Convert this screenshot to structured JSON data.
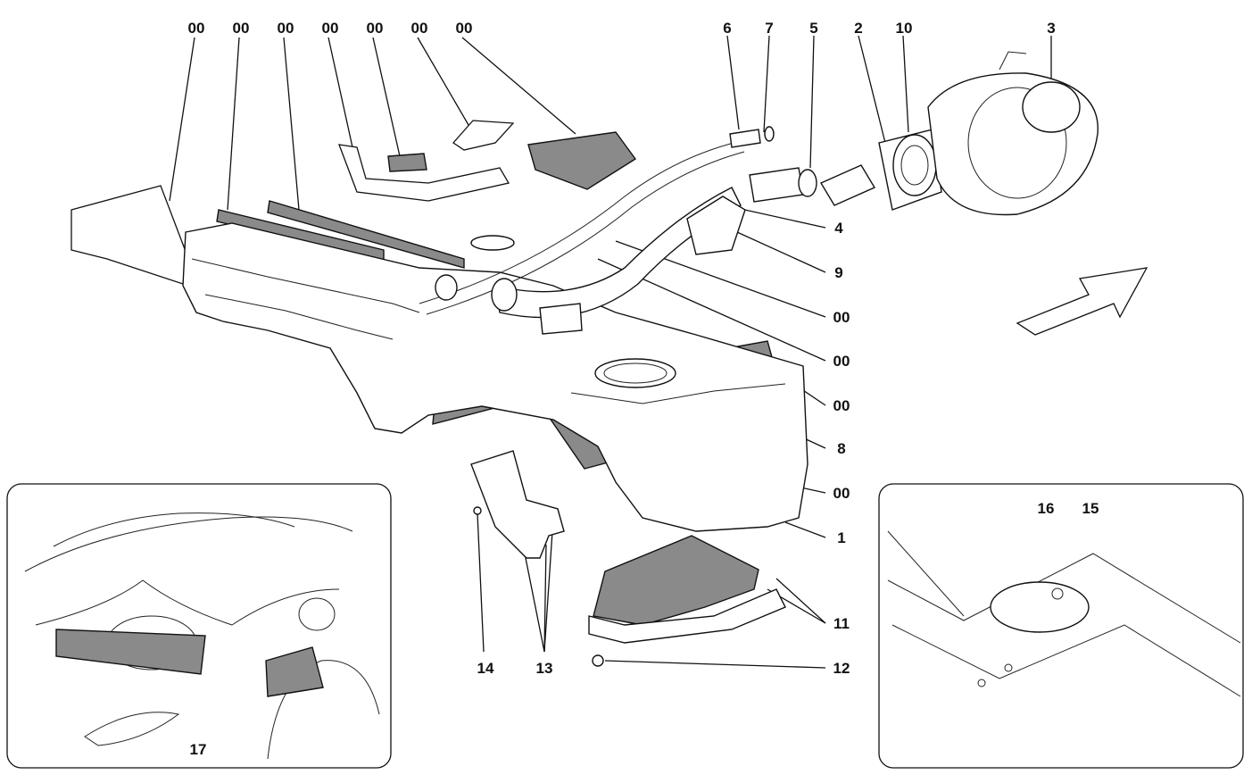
{
  "callouts": [
    {
      "text": "00"
    },
    {
      "text": "00"
    },
    {
      "text": "00"
    },
    {
      "text": "00"
    },
    {
      "text": "00"
    },
    {
      "text": "00"
    },
    {
      "text": "00"
    },
    {
      "text": "6"
    },
    {
      "text": "7"
    },
    {
      "text": "5"
    },
    {
      "text": "2"
    },
    {
      "text": "10"
    },
    {
      "text": "3"
    },
    {
      "text": "4"
    },
    {
      "text": "9"
    },
    {
      "text": "00"
    },
    {
      "text": "00"
    },
    {
      "text": "00"
    },
    {
      "text": "8"
    },
    {
      "text": "00"
    },
    {
      "text": "1"
    },
    {
      "text": "11"
    },
    {
      "text": "12"
    },
    {
      "text": "14"
    },
    {
      "text": "13"
    },
    {
      "text": "17"
    },
    {
      "text": "16"
    },
    {
      "text": "15"
    }
  ]
}
